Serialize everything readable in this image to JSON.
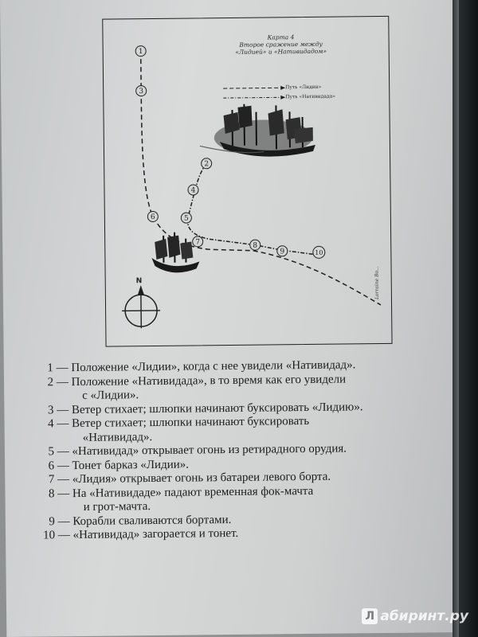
{
  "map": {
    "title": "Карта 4",
    "subtitle_line1": "Второе сражение между",
    "subtitle_line2": "«Лидией» и «Нативидадом»",
    "legend": [
      {
        "label": "Путь «Лидии»"
      },
      {
        "label": "Путь «Нативидада»"
      }
    ],
    "waypoints": [
      "1",
      "2",
      "3",
      "4",
      "5",
      "6",
      "7",
      "8",
      "9",
      "10"
    ],
    "compass_label": "N",
    "signature": "Lorraine Bo..."
  },
  "legend_items": [
    {
      "num": "1",
      "text": "— Положение «Лидии», когда с нее увидели «Нативидад».",
      "cont": ""
    },
    {
      "num": "2",
      "text": "— Положение «Нативидада», в то время как его увидели",
      "cont": "с «Лидии»."
    },
    {
      "num": "3",
      "text": "— Ветер стихает; шлюпки начинают буксировать «Лидию».",
      "cont": ""
    },
    {
      "num": "4",
      "text": "— Ветер стихает; шлюпки начинают буксировать",
      "cont": "«Нативидад»."
    },
    {
      "num": "5",
      "text": "— «Нативидад» открывает огонь из ретирадного орудия.",
      "cont": ""
    },
    {
      "num": "6",
      "text": "— Тонет барказ «Лидии».",
      "cont": ""
    },
    {
      "num": "7",
      "text": "— «Лидия» открывает огонь из батареи левого борта.",
      "cont": ""
    },
    {
      "num": "8",
      "text": "— На «Нативидаде» падают временная фок-мачта",
      "cont": "и грот-мачта."
    },
    {
      "num": "9",
      "text": "— Корабли сваливаются бортами.",
      "cont": ""
    },
    {
      "num": "10",
      "text": "— «Нативидад» загорается и тонет.",
      "cont": ""
    }
  ],
  "watermark": {
    "logo": "Л",
    "text": "абиринт.ру"
  }
}
